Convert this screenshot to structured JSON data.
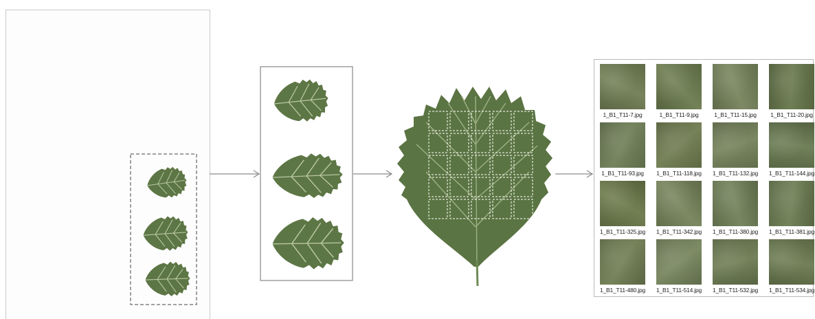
{
  "thumbnails": [
    {
      "file": "1_B1_T11-7.jpg",
      "tint": "#6f7c52"
    },
    {
      "file": "1_B1_T11-9.jpg",
      "tint": "#6a7a4d"
    },
    {
      "file": "1_B1_T11-15.jpg",
      "tint": "#75825a"
    },
    {
      "file": "1_B1_T11-20.jpg",
      "tint": "#66764a"
    },
    {
      "file": "1_B1_T11-93.jpg",
      "tint": "#6d7d55"
    },
    {
      "file": "1_B1_T11-118.jpg",
      "tint": "#6e7a4e"
    },
    {
      "file": "1_B1_T11-132.jpg",
      "tint": "#728058"
    },
    {
      "file": "1_B1_T11-144.jpg",
      "tint": "#687950"
    },
    {
      "file": "1_B1_T11-325.jpg",
      "tint": "#6a7748"
    },
    {
      "file": "1_B1_T11-342.jpg",
      "tint": "#748259"
    },
    {
      "file": "1_B1_T11-380.jpg",
      "tint": "#6f7f57"
    },
    {
      "file": "1_B1_T11-381.jpg",
      "tint": "#6b7b51"
    },
    {
      "file": "1_B1_T11-480.jpg",
      "tint": "#6e7c51"
    },
    {
      "file": "1_B1_T11-514.jpg",
      "tint": "#75845c"
    },
    {
      "file": "1_B1_T11-532.jpg",
      "tint": "#6c7b52"
    },
    {
      "file": "1_B1_T11-534.jpg",
      "tint": "#6a794f"
    }
  ],
  "colors": {
    "leaf": "#5d7645",
    "leaf_dark": "#4a6236",
    "vein": "#b9c7a3",
    "arrow": "#8a8a8a",
    "frame": "#6f6f6f"
  }
}
